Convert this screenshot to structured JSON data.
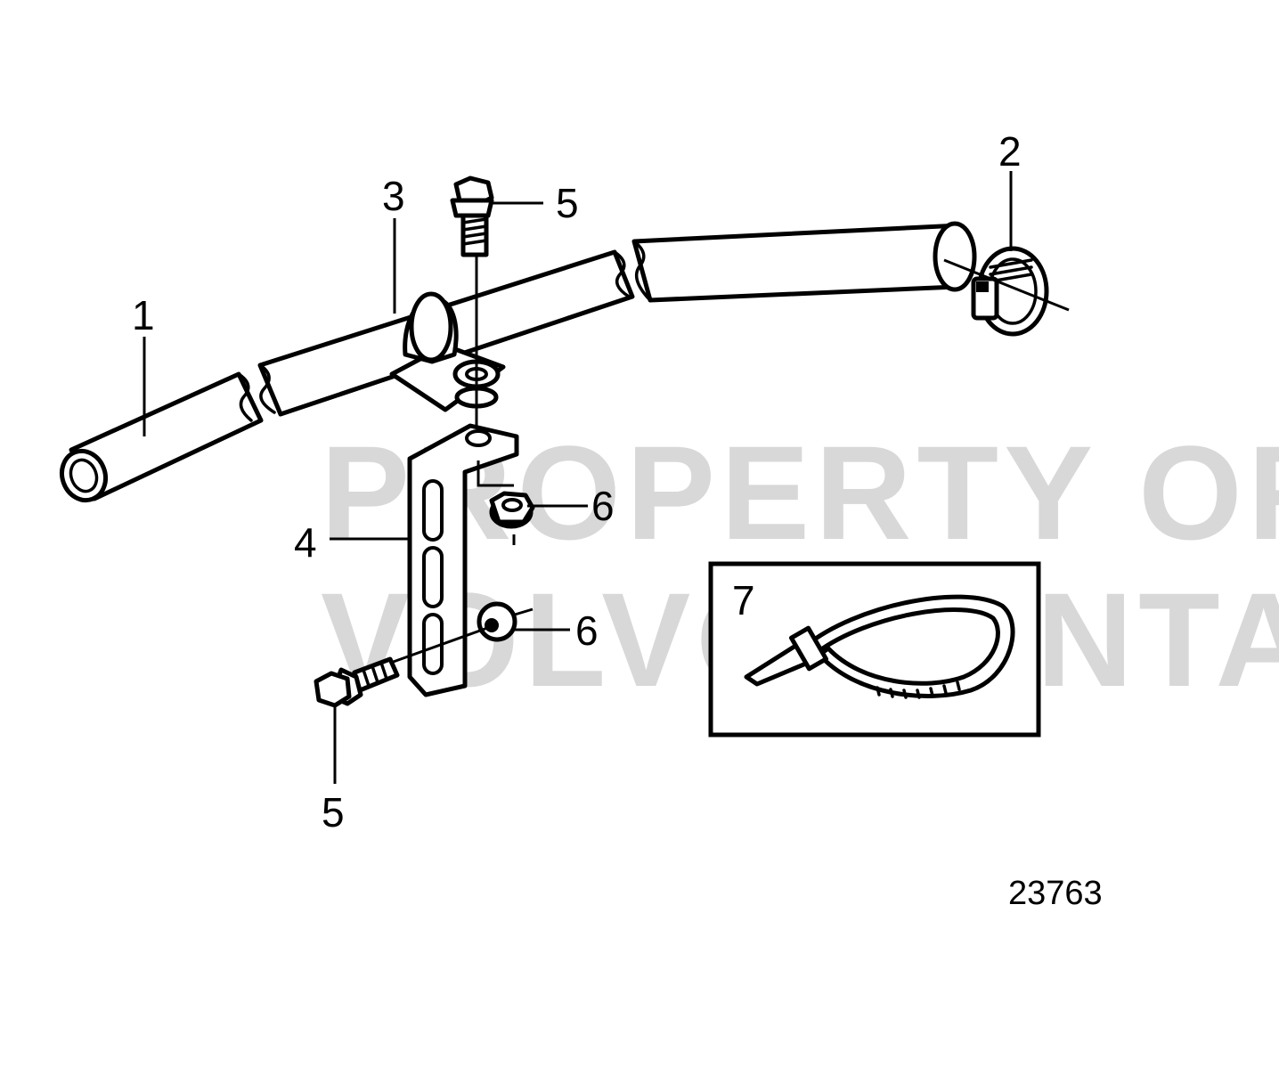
{
  "figure_number": "23763",
  "watermark": {
    "line1": "PROPERTY OF",
    "line2": "VOLVO PENTA"
  },
  "callouts": {
    "hose": "1",
    "hose_clamp": "2",
    "clamp": "3",
    "bracket": "4",
    "screw_top": "5",
    "screw_bottom": "5",
    "nut_top": "6",
    "nut_bottom": "6",
    "cable_tie": "7"
  }
}
